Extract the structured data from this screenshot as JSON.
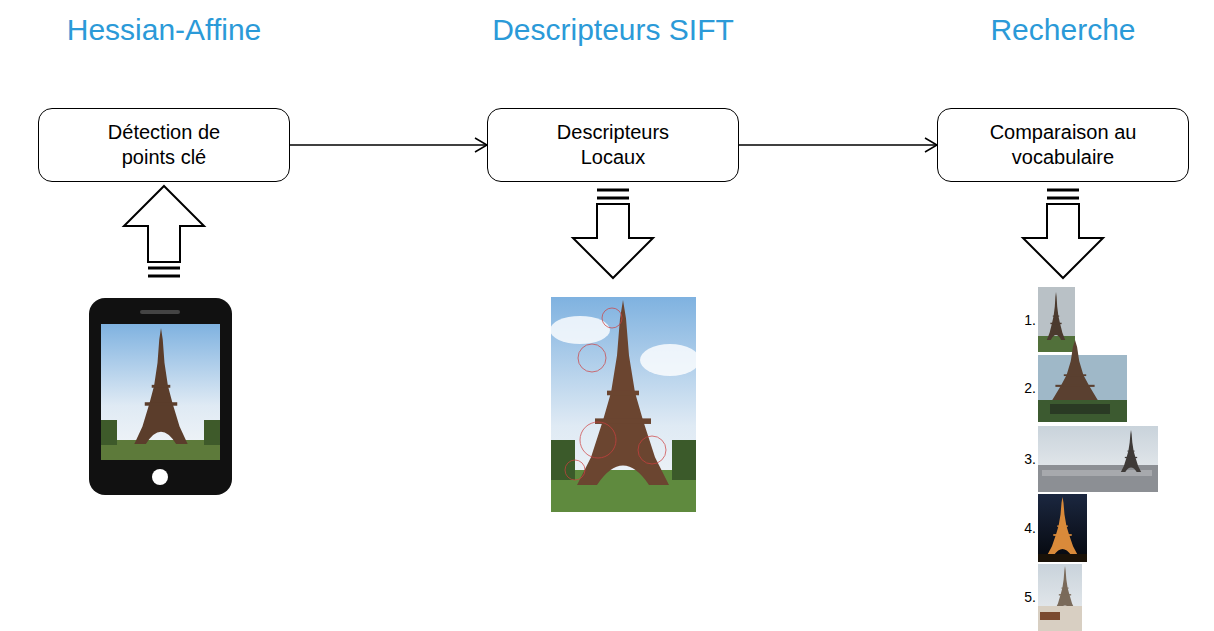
{
  "diagram": {
    "nodes": [
      {
        "text": [
          "Détection de points clé"
        ]
      },
      {
        "text": [
          "Descripteurs Locaux"
        ]
      },
      {
        "text": [
          "Comparaison au vocabulaire"
        ]
      }
    ],
    "edges": [
      {
        "from": 0,
        "to": 1,
        "arrow": "to"
      },
      {
        "from": 1,
        "to": 2,
        "arrow": "to"
      }
    ],
    "labels": [
      "Hessian-Affine",
      "Descripteurs SIFT",
      "Recherche",
      "1.",
      "2.",
      "3.",
      "4.",
      "5."
    ]
  }
}
